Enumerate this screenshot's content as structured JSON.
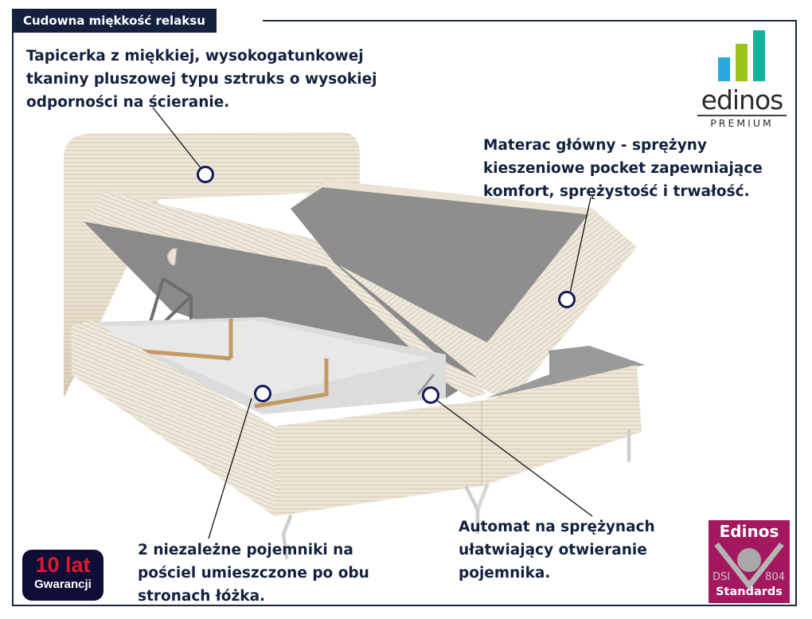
{
  "header": {
    "title": "Cudowna miękkość relaksu"
  },
  "callouts": [
    {
      "id": "upholstery",
      "lines": [
        "Tapicerka z miękkiej, wysokogatunkowej",
        "tkaniny pluszowej typu sztruks o wysokiej",
        "odporności na ścieranie."
      ]
    },
    {
      "id": "mattress",
      "lines": [
        "Materac główny - sprężyny",
        "kieszeniowe pocket zapewniające",
        "komfort, sprężystość i trwałość."
      ]
    },
    {
      "id": "storage",
      "lines": [
        "2 niezależne pojemniki na",
        "pościel umieszczone po obu",
        "stronach łóżka."
      ]
    },
    {
      "id": "mechanism",
      "lines": [
        "Automat na sprężynach",
        "ułatwiający otwieranie",
        "pojemnika."
      ]
    }
  ],
  "brand_logo": {
    "name": "edinos",
    "tagline": "PREMIUM",
    "bar_colors": [
      "#29a8e0",
      "#9bc31c",
      "#17b49b"
    ]
  },
  "warranty_badge": {
    "top": "10 lat",
    "bottom": "Gwarancji"
  },
  "standards_badge": {
    "title": "Edinos",
    "left_code": "DSI",
    "right_code": "804",
    "bottom": "Standards"
  },
  "colors": {
    "navy": "#14213d",
    "fabric": "#ece5d6",
    "inner_grey": "#8e8e8e",
    "standards_magenta": "#a3185e",
    "warranty_red": "#e0182d"
  }
}
